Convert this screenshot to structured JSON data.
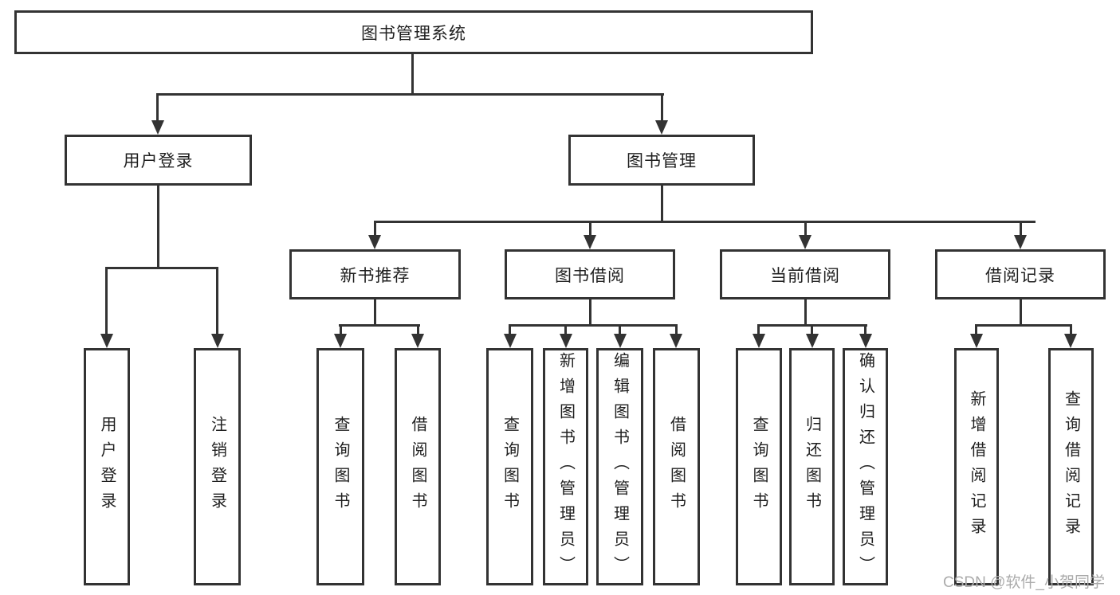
{
  "diagram": {
    "root": {
      "label": "图书管理系统"
    },
    "branches": [
      {
        "label": "用户登录",
        "children": [
          {
            "label": "用户登录"
          },
          {
            "label": "注销登录"
          }
        ]
      },
      {
        "label": "图书管理",
        "children": [
          {
            "label": "新书推荐",
            "children": [
              {
                "label": "查询图书"
              },
              {
                "label": "借阅图书"
              }
            ]
          },
          {
            "label": "图书借阅",
            "children": [
              {
                "label": "查询图书"
              },
              {
                "label": "新增图书（管理员）"
              },
              {
                "label": "编辑图书（管理员）"
              },
              {
                "label": "借阅图书"
              }
            ]
          },
          {
            "label": "当前借阅",
            "children": [
              {
                "label": "查询图书"
              },
              {
                "label": "归还图书"
              },
              {
                "label": "确认归还（管理员）"
              }
            ]
          },
          {
            "label": "借阅记录",
            "children": [
              {
                "label": "新增借阅记录"
              },
              {
                "label": "查询借阅记录"
              }
            ]
          }
        ]
      }
    ]
  },
  "watermark": {
    "text": "CSDN @软件_小贺同学"
  },
  "colors": {
    "line": "#333333",
    "text": "#1f1f1f",
    "watermark": "#ababab",
    "background": "#ffffff"
  }
}
